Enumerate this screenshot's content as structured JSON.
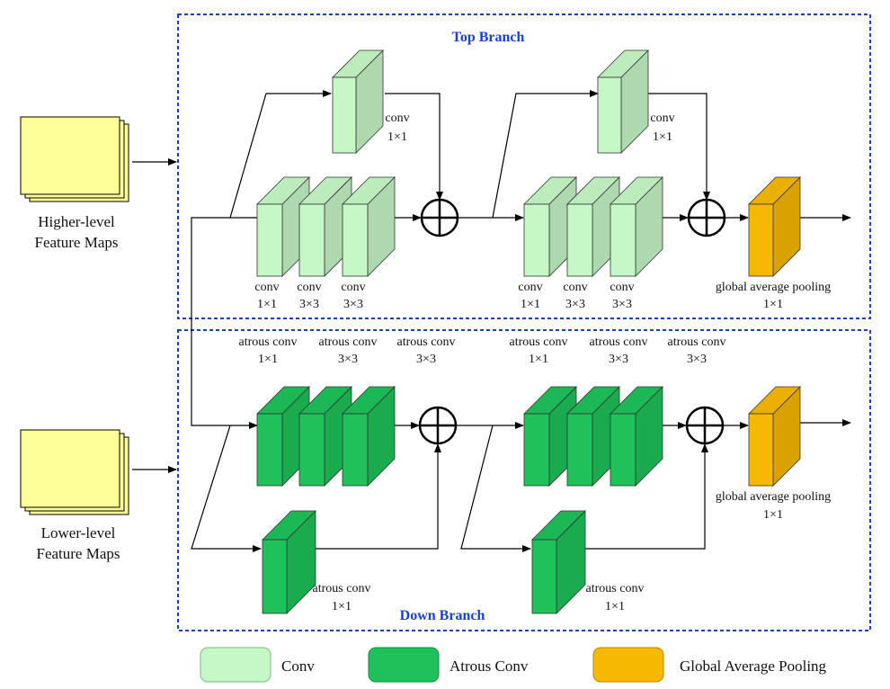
{
  "branches": {
    "top_title": "Top Branch",
    "down_title": "Down Branch"
  },
  "inputs": {
    "higher": [
      "Higher-level",
      "Feature Maps"
    ],
    "lower": [
      "Lower-level",
      "Feature Maps"
    ]
  },
  "top_labels": {
    "conv1x1_side_a": [
      "conv",
      "1×1"
    ],
    "conv1x1_side_b": [
      "conv",
      "1×1"
    ],
    "stack_a": [
      [
        "conv",
        "1×1"
      ],
      [
        "conv",
        "3×3"
      ],
      [
        "conv",
        "3×3"
      ]
    ],
    "stack_b": [
      [
        "conv",
        "1×1"
      ],
      [
        "conv",
        "3×3"
      ],
      [
        "conv",
        "3×3"
      ]
    ],
    "gap": [
      "global average pooling",
      "1×1"
    ]
  },
  "down_labels": {
    "stack_a": [
      [
        "atrous conv",
        "1×1"
      ],
      [
        "atrous conv",
        "3×3"
      ],
      [
        "atrous conv",
        "3×3"
      ]
    ],
    "stack_b": [
      [
        "atrous conv",
        "1×1"
      ],
      [
        "atrous conv",
        "3×3"
      ],
      [
        "atrous conv",
        "3×3"
      ]
    ],
    "side_a": [
      "atrous conv",
      "1×1"
    ],
    "side_b": [
      "atrous conv",
      "1×1"
    ],
    "gap": [
      "global average pooling",
      "1×1"
    ]
  },
  "legend": {
    "conv": "Conv",
    "atrous": "Atrous Conv",
    "gap": "Global Average Pooling"
  },
  "colors": {
    "conv": "#c6f7c6",
    "atrous": "#1fc25a",
    "gap": "#f7b800",
    "feature_map": "#ffff99",
    "frame": "#1a3fd6"
  }
}
